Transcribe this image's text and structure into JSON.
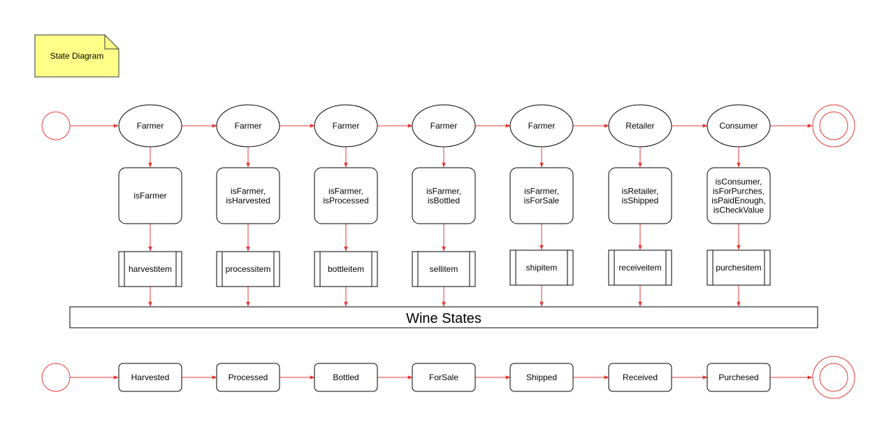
{
  "note": {
    "text": "State Diagram"
  },
  "actors": [
    "Farmer",
    "Farmer",
    "Farmer",
    "Farmer",
    "Farmer",
    "Retailer",
    "Consumer"
  ],
  "conditions": [
    [
      "isFarmer"
    ],
    [
      "isFarmer,",
      "isHarvested"
    ],
    [
      "isFarmer,",
      "isProcessed"
    ],
    [
      "isFarmer,",
      "isBottled"
    ],
    [
      "isFarmer,",
      "isForSale"
    ],
    [
      "isRetailer,",
      "isShipped"
    ],
    [
      "isConsumer,",
      "isForPurches,",
      "isPaidEnough,",
      "isCheckValue"
    ]
  ],
  "actions": [
    "harvestitem",
    "processitem",
    "bottleitem",
    "sellitem",
    "shipitem",
    "receiveitem",
    "purchesitem"
  ],
  "bar": {
    "label": "Wine States"
  },
  "states": [
    "Harvested",
    "Processed",
    "Bottled",
    "ForSale",
    "Shipped",
    "Received",
    "Purchesed"
  ],
  "colors": {
    "arrow": "#e53935",
    "note_fill": "#ffff88",
    "note_stroke": "#36393d",
    "shape_stroke": "#000000"
  }
}
